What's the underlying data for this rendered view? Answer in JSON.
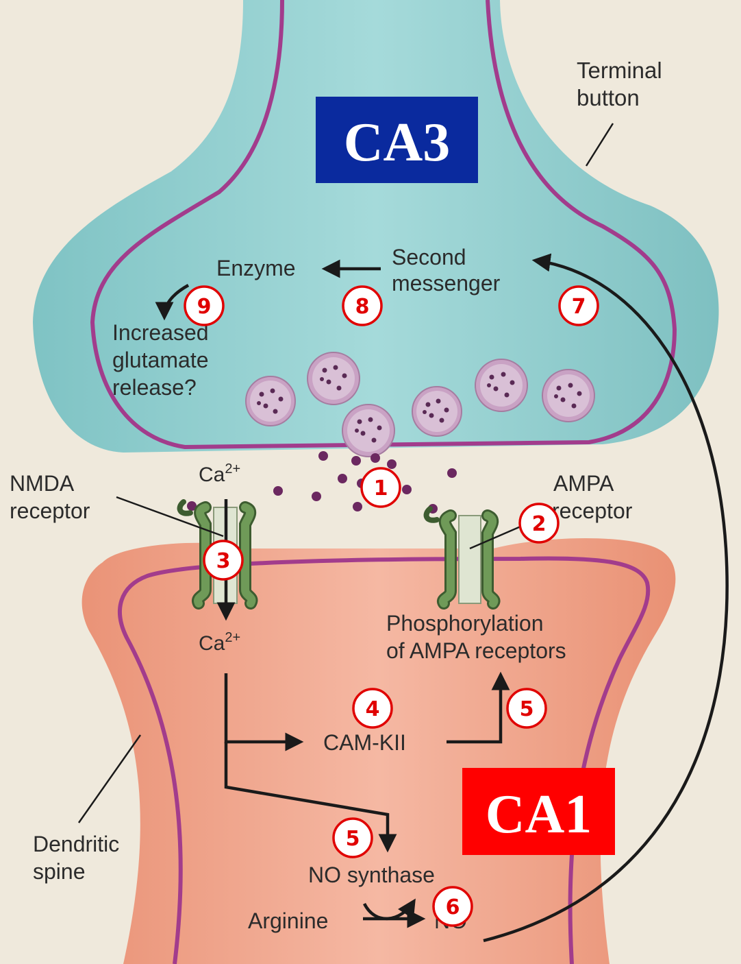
{
  "labels": {
    "terminal_button_line1": "Terminal",
    "terminal_button_line2": "button",
    "enzyme": "Enzyme",
    "second_messenger_line1": "Second",
    "second_messenger_line2": "messenger",
    "increased_line1": "Increased",
    "increased_line2": "glutamate",
    "increased_line3": "release?",
    "ca_top": "Ca",
    "ca_top_sup": "2+",
    "ca_bottom": "Ca",
    "ca_bottom_sup": "2+",
    "nmda_line1": "NMDA",
    "nmda_line2": "receptor",
    "ampa_line1": "AMPA",
    "ampa_line2": "receptor",
    "phospho_line1": "Phosphorylation",
    "phospho_line2": "of AMPA receptors",
    "camkii": "CAM-KII",
    "dendritic_line1": "Dendritic",
    "dendritic_line2": "spine",
    "no_synthase": "NO synthase",
    "arginine": "Arginine",
    "no": "NO"
  },
  "boxes": {
    "ca3": {
      "text": "CA3",
      "color": "#0a2a9e"
    },
    "ca1": {
      "text": "CA1",
      "color": "#ff0000"
    }
  },
  "steps": [
    "1",
    "2",
    "3",
    "4",
    "5",
    "5",
    "6",
    "7",
    "8",
    "9"
  ],
  "colors": {
    "presynaptic_fill": "#8fcfcf",
    "postsynaptic_fill": "#f1a78e",
    "membrane": "#a23c8c",
    "receptor": "#5b8a4a",
    "vesicle": "#c9a2c4",
    "step_marker": "#e00000"
  }
}
